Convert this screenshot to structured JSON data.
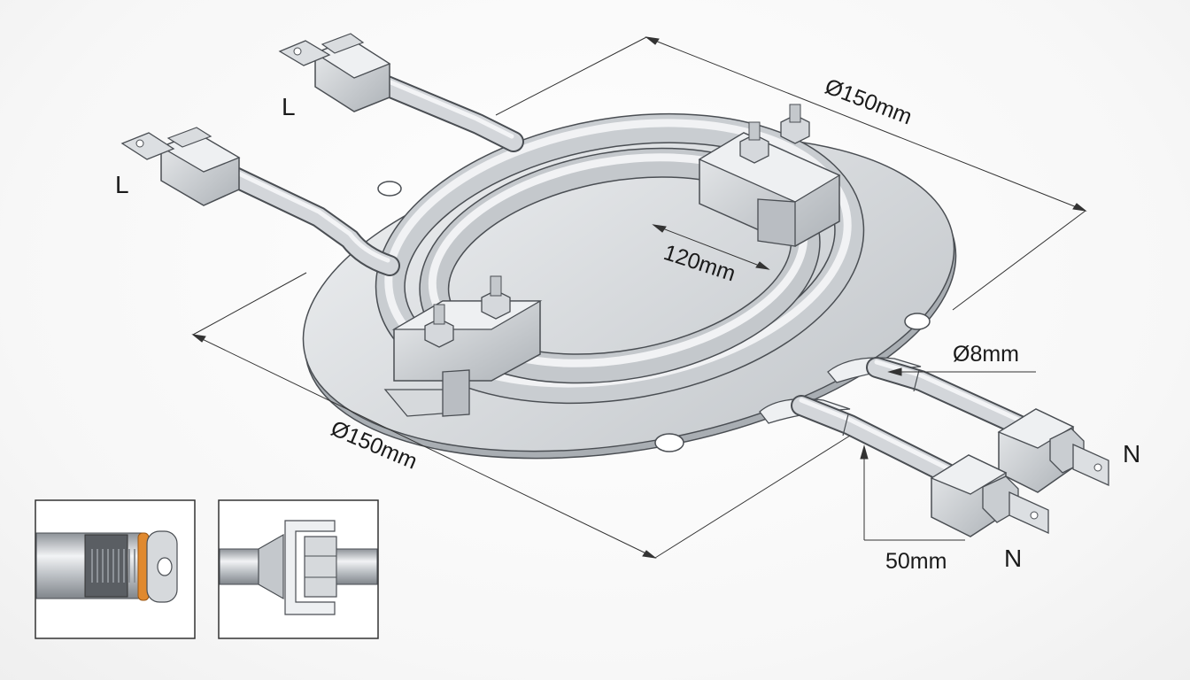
{
  "dimensions": {
    "outer_diameter_top": "Ø150mm",
    "outer_diameter_bottom": "Ø150mm",
    "inner_diameter": "120mm",
    "tube_diameter": "Ø8mm",
    "terminal_length": "50mm"
  },
  "terminals": {
    "top_left": "L",
    "left": "L",
    "right_upper": "N",
    "right_lower": "N"
  },
  "colors": {
    "metal_light": "#e4e6e9",
    "metal_mid": "#b9bdc2",
    "metal_dark": "#7d8288",
    "outline": "#4a4e53",
    "washer_accent": "#e0892e"
  }
}
